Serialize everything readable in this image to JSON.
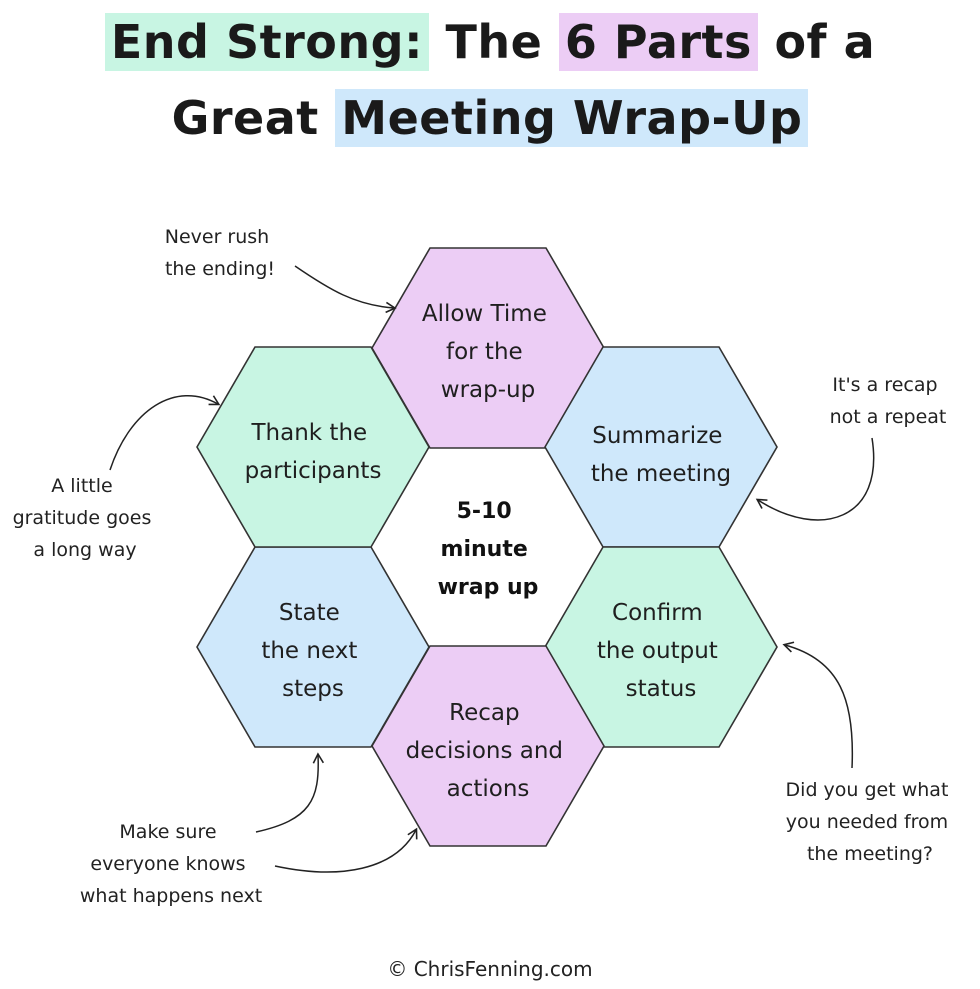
{
  "title": {
    "line1": {
      "part1": "End Strong:",
      "part2": "The",
      "part3": "6 Parts",
      "part4": "of a"
    },
    "line2": {
      "part1": "Great",
      "part2": "Meeting Wrap-Up"
    }
  },
  "hexagons": [
    {
      "id": "allow-time",
      "lines": [
        "Allow Time",
        "for the",
        "wrap-up"
      ],
      "color": "#eccdf5"
    },
    {
      "id": "summarize",
      "lines": [
        "Summarize",
        "the meeting"
      ],
      "color": "#cfe8fb"
    },
    {
      "id": "confirm",
      "lines": [
        "Confirm",
        "the output",
        "status"
      ],
      "color": "#c8f5e3"
    },
    {
      "id": "recap",
      "lines": [
        "Recap",
        "decisions and",
        "actions"
      ],
      "color": "#eccdf5"
    },
    {
      "id": "next-steps",
      "lines": [
        "State",
        "the next",
        "steps"
      ],
      "color": "#cfe8fb"
    },
    {
      "id": "thank",
      "lines": [
        "Thank the",
        "participants"
      ],
      "color": "#c8f5e3"
    }
  ],
  "center": {
    "lines": [
      "5-10",
      "minute",
      "wrap up"
    ]
  },
  "notes": [
    {
      "id": "never-rush",
      "lines": [
        "Never rush",
        "the ending!"
      ]
    },
    {
      "id": "recap-not-repeat",
      "lines": [
        "It's a recap",
        "not a repeat"
      ]
    },
    {
      "id": "gratitude",
      "lines": [
        "A little",
        "gratitude goes",
        "a long way"
      ]
    },
    {
      "id": "did-you-get",
      "lines": [
        "Did you get what",
        "you needed from",
        "the meeting?"
      ]
    },
    {
      "id": "make-sure",
      "lines": [
        "Make sure",
        "everyone knows",
        "what happens next"
      ]
    }
  ],
  "footer": "© ChrisFenning.com"
}
